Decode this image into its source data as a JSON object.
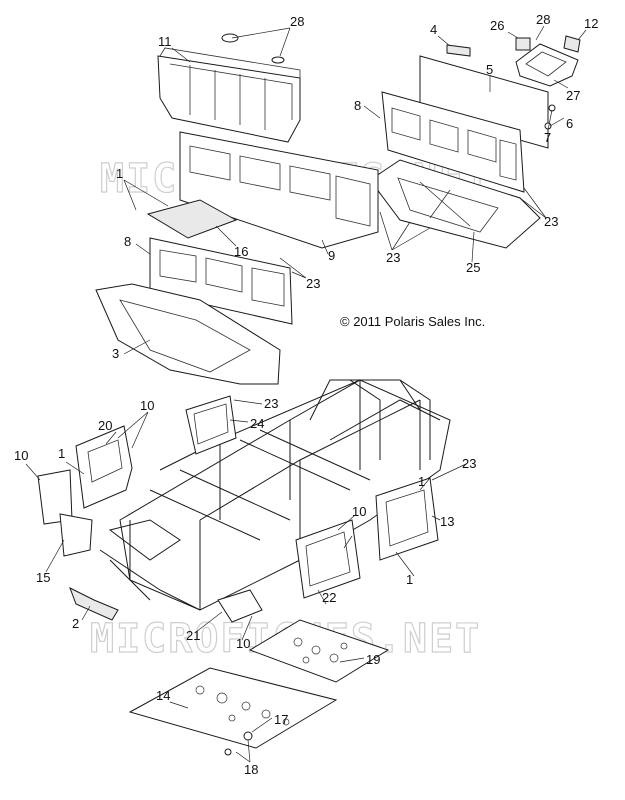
{
  "diagram": {
    "copyright": "© 2011 Polaris Sales Inc.",
    "watermarks": [
      "MICROFICHES.NET",
      "MICROFICHES.NET"
    ],
    "callouts": [
      "28",
      "11",
      "4",
      "26",
      "28",
      "12",
      "5",
      "27",
      "7",
      "6",
      "8",
      "1",
      "16",
      "9",
      "23",
      "23",
      "25",
      "8",
      "3",
      "23",
      "10",
      "20",
      "23",
      "24",
      "10",
      "1",
      "15",
      "10",
      "1",
      "23",
      "13",
      "22",
      "1",
      "2",
      "21",
      "10",
      "19",
      "14",
      "17",
      "18"
    ]
  }
}
